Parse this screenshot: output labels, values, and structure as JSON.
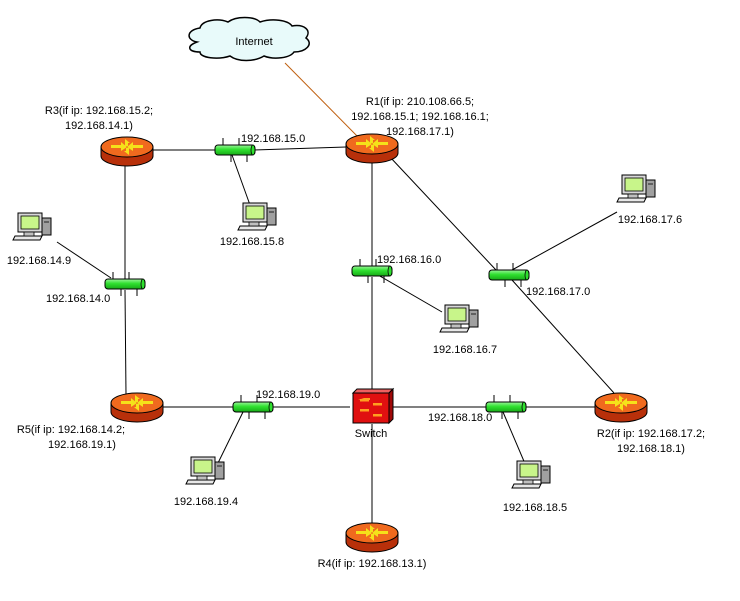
{
  "title": "Network topology diagram",
  "colors": {
    "router_top": "#f06a1e",
    "router_side": "#b8300a",
    "router_arrow": "#f5e21a",
    "hub_fill": "#2fe02f",
    "hub_highlight": "#9cf59c",
    "switch_fill": "#e01010",
    "switch_arrow": "#ffa020",
    "cloud_fill": "#e8fafa",
    "monitor_screen": "#c8f58a",
    "internet_link": "#c06010",
    "link": "#000000"
  },
  "cloud": {
    "label": "Internet"
  },
  "routers": [
    {
      "id": "R1",
      "label_lines": [
        "R1(if ip: 210.108.66.5;",
        "192.168.15.1; 192.168.16.1;",
        "192.168.17.1)"
      ]
    },
    {
      "id": "R2",
      "label_lines": [
        "R2(if ip: 192.168.17.2;",
        "192.168.18.1)"
      ]
    },
    {
      "id": "R3",
      "label_lines": [
        "R3(if ip: 192.168.15.2;",
        "192.168.14.1)"
      ]
    },
    {
      "id": "R4",
      "label_lines": [
        "R4(if ip: 192.168.13.1)"
      ]
    },
    {
      "id": "R5",
      "label_lines": [
        "R5(if ip: 192.168.14.2;",
        "192.168.19.1)"
      ]
    }
  ],
  "switch": {
    "label": "Switch"
  },
  "hubs": [
    {
      "id": "hub-15",
      "label": "192.168.15.0"
    },
    {
      "id": "hub-14",
      "label": "192.168.14.0"
    },
    {
      "id": "hub-16",
      "label": "192.168.16.0"
    },
    {
      "id": "hub-17",
      "label": "192.168.17.0"
    },
    {
      "id": "hub-19",
      "label": "192.168.19.0"
    },
    {
      "id": "hub-18",
      "label": "192.168.18.0"
    }
  ],
  "hosts": [
    {
      "id": "host-15-8",
      "label": "192.168.15.8"
    },
    {
      "id": "host-14-9",
      "label": "192.168.14.9"
    },
    {
      "id": "host-16-7",
      "label": "192.168.16.7"
    },
    {
      "id": "host-17-6",
      "label": "192.168.17.6"
    },
    {
      "id": "host-19-4",
      "label": "192.168.19.4"
    },
    {
      "id": "host-18-5",
      "label": "192.168.18.5"
    }
  ]
}
